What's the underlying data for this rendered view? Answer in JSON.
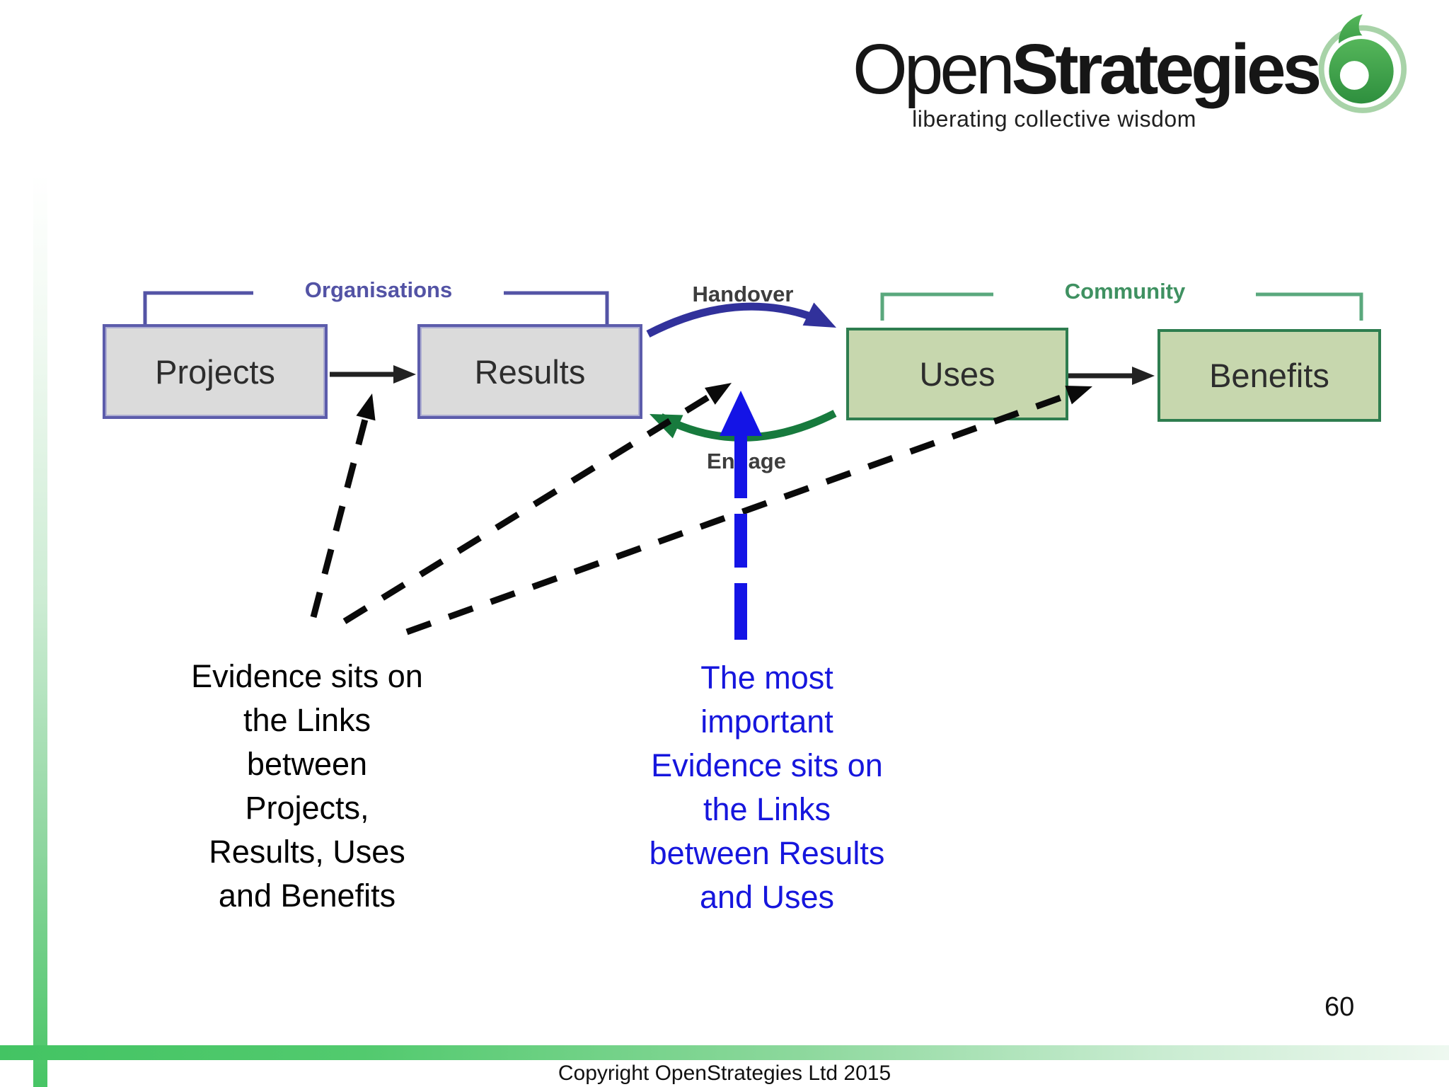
{
  "logo": {
    "brand_regular": "Open",
    "brand_bold": "Strategies",
    "tagline": "liberating collective wisdom",
    "mark_icon": "green-swirl-logo"
  },
  "diagram": {
    "organisations_label": "Organisations",
    "community_label": "Community",
    "handover_label": "Handover",
    "engage_label": "Engage",
    "boxes": [
      {
        "id": "projects",
        "label": "Projects"
      },
      {
        "id": "results",
        "label": "Results"
      },
      {
        "id": "uses",
        "label": "Uses"
      },
      {
        "id": "benefits",
        "label": "Benefits"
      }
    ]
  },
  "annotations": {
    "black_note_lines": [
      "Evidence sits on",
      "the Links",
      "between",
      "Projects,",
      "Results, Uses",
      "and Benefits"
    ],
    "blue_note_lines": [
      "The most",
      "important",
      "Evidence sits on",
      "the Links",
      "between Results",
      "and Uses"
    ]
  },
  "footer": {
    "copyright": "Copyright OpenStrategies Ltd 2015",
    "page_number": "60"
  },
  "colors": {
    "organisations_purple": "#5353a5",
    "community_green": "#3f9161",
    "box_gray_fill": "#dbdbdb",
    "box_gray_border": "#5c5cab",
    "box_green_fill": "#c7d7ae",
    "box_green_border": "#2e7d4f",
    "handover_navy": "#31319b",
    "engage_green": "#177a3d",
    "highlight_blue": "#1616dd",
    "footer_green": "#47c565"
  }
}
